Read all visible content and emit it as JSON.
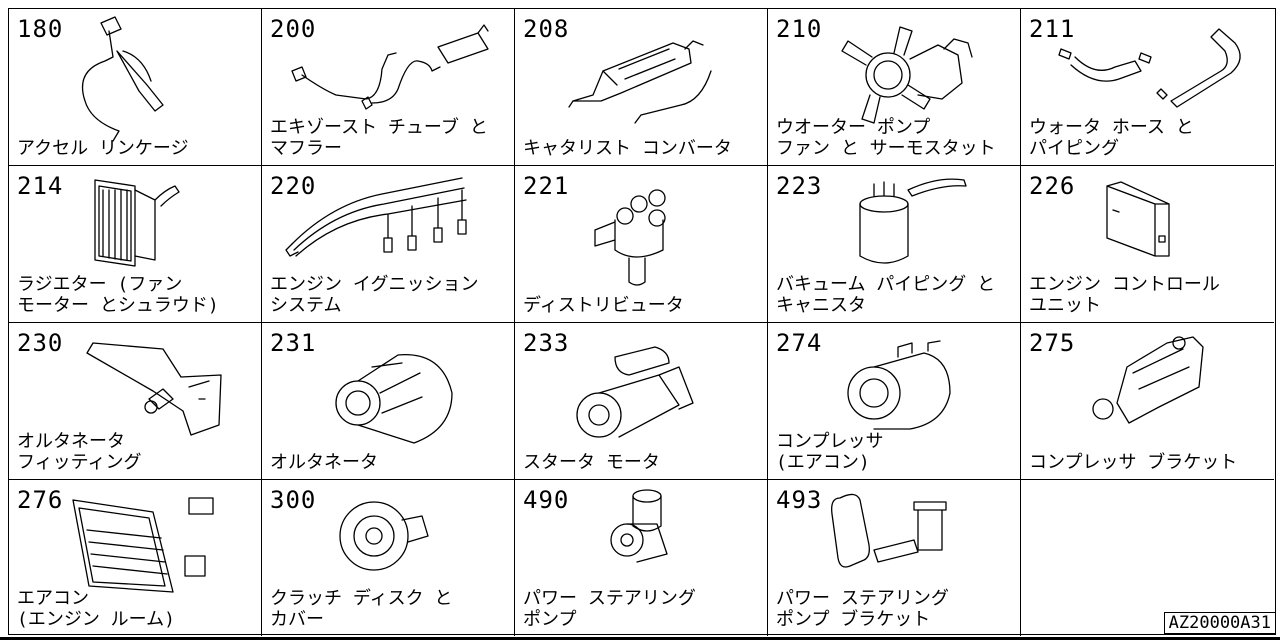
{
  "parts": [
    {
      "code": "180",
      "label": "アクセル リンケージ",
      "icon": "accelerator-linkage-icon"
    },
    {
      "code": "200",
      "label": "エキゾースト チューブ と\nマフラー",
      "icon": "exhaust-muffler-icon"
    },
    {
      "code": "208",
      "label": "キャタリスト コンバータ",
      "icon": "catalytic-converter-icon"
    },
    {
      "code": "210",
      "label": "ウオーター ポンプ\nファン と サーモスタット",
      "icon": "water-pump-fan-icon"
    },
    {
      "code": "211",
      "label": "ウォータ ホース と\nパイピング",
      "icon": "water-hose-icon"
    },
    {
      "code": "214",
      "label": "ラジエター (ファン\nモーター とシュラウド)",
      "icon": "radiator-icon"
    },
    {
      "code": "220",
      "label": "エンジン イグニッション\nシステム",
      "icon": "ignition-wires-icon"
    },
    {
      "code": "221",
      "label": "ディストリビュータ",
      "icon": "distributor-icon"
    },
    {
      "code": "223",
      "label": "バキューム パイピング と\nキャニスタ",
      "icon": "vacuum-canister-icon"
    },
    {
      "code": "226",
      "label": "エンジン コントロール\nユニット",
      "icon": "control-unit-icon"
    },
    {
      "code": "230",
      "label": "オルタネータ\nフィッティング",
      "icon": "alternator-bracket-icon"
    },
    {
      "code": "231",
      "label": "オルタネータ",
      "icon": "alternator-icon"
    },
    {
      "code": "233",
      "label": "スタータ モータ",
      "icon": "starter-motor-icon"
    },
    {
      "code": "274",
      "label": "コンプレッサ\n(エアコン)",
      "icon": "ac-compressor-icon"
    },
    {
      "code": "275",
      "label": "コンプレッサ ブラケット",
      "icon": "compressor-bracket-icon"
    },
    {
      "code": "276",
      "label": "エアコン\n(エンジン ルーム)",
      "icon": "ac-condenser-icon"
    },
    {
      "code": "300",
      "label": "クラッチ ディスク と\nカバー",
      "icon": "clutch-disc-icon"
    },
    {
      "code": "490",
      "label": "パワー ステアリング\nポンプ",
      "icon": "power-steering-pump-icon"
    },
    {
      "code": "493",
      "label": "パワー ステアリング\nポンプ ブラケット",
      "icon": "pump-bracket-icon"
    }
  ],
  "footer_code": "AZ20000A31"
}
